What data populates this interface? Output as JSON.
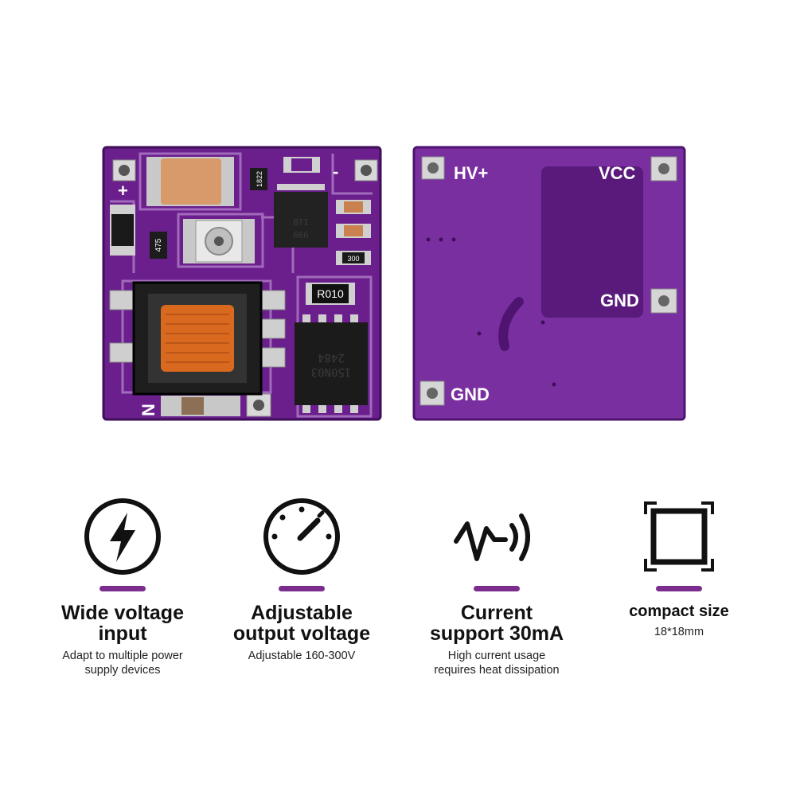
{
  "colors": {
    "pcb": "#6a1f8c",
    "pcb_dark": "#4e1470",
    "pcb_edge": "#3f0f5a",
    "accent_bar": "#7b2d8e",
    "icon": "#111111",
    "silkscreen": "#ffffff"
  },
  "front_board": {
    "labels": {
      "plus": "+",
      "minus": "-",
      "n_mark": "N"
    },
    "components": {
      "resistor_1822": "1822",
      "resistor_475": "475",
      "resistor_300": "300",
      "shunt_r010": "R010",
      "mosfet_line1": "150N03",
      "mosfet_line2": "2484",
      "ic_line1": "BTI",
      "ic_line2": "666"
    }
  },
  "back_board": {
    "labels": {
      "hv_plus": "HV+",
      "vcc": "VCC",
      "gnd_right": "GND",
      "gnd_left": "GND"
    }
  },
  "features": [
    {
      "icon": "lightning-bolt-icon",
      "title": "Wide voltage\ninput",
      "desc": "Adapt to multiple power\nsupply devices"
    },
    {
      "icon": "gauge-dial-icon",
      "title": "Adjustable\noutput voltage",
      "desc": "Adjustable 160-300V"
    },
    {
      "icon": "current-wave-icon",
      "title": "Current\nsupport 30mA",
      "desc": "High current usage\nrequires heat dissipation"
    },
    {
      "icon": "square-frame-icon",
      "title": "compact size",
      "desc": "18*18mm"
    }
  ]
}
